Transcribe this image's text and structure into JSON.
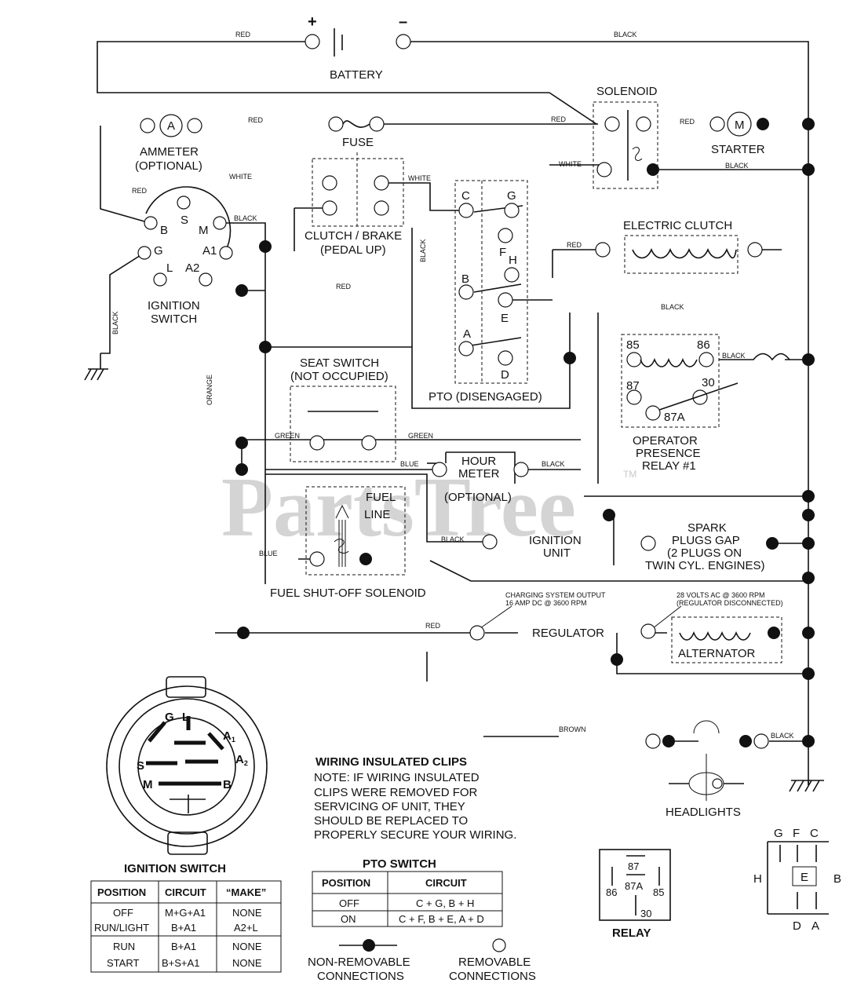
{
  "labels": {
    "battery": "BATTERY",
    "plus": "+",
    "minus": "–",
    "solenoid": "SOLENOID",
    "starter": "STARTER",
    "starter_m": "M",
    "ammeter": "AMMETER",
    "ammeter_opt": "(OPTIONAL)",
    "ammeter_a": "A",
    "fuse": "FUSE",
    "clutch_brake": "CLUTCH / BRAKE",
    "pedal_up": "(PEDAL UP)",
    "ignition_switch_1": "IGNITION",
    "ignition_switch_2": "SWITCH",
    "electric_clutch": "ELECTRIC CLUTCH",
    "seat_switch": "SEAT SWITCH",
    "not_occupied": "(NOT OCCUPIED)",
    "pto_disengaged": "PTO (DISENGAGED)",
    "operator_1": "OPERATOR",
    "operator_2": "PRESENCE",
    "operator_3": "RELAY #1",
    "hour_meter_1": "HOUR",
    "hour_meter_2": "METER",
    "hour_meter_opt": "(OPTIONAL)",
    "fuel_line_1": "FUEL",
    "fuel_line_2": "LINE",
    "ignition_unit_1": "IGNITION",
    "ignition_unit_2": "UNIT",
    "spark_1": "SPARK",
    "spark_2": "PLUGS GAP",
    "spark_3": "(2 PLUGS ON",
    "spark_4": "TWIN CYL. ENGINES)",
    "fuel_solenoid": "FUEL SHUT-OFF SOLENOID",
    "charging_1": "CHARGING SYSTEM OUTPUT",
    "charging_2": "16 AMP DC @ 3600 RPM",
    "volts_1": "28 VOLTS AC @ 3600 RPM",
    "volts_2": "(REGULATOR DISCONNECTED)",
    "regulator": "REGULATOR",
    "alternator": "ALTERNATOR",
    "headlights": "HEADLIGHTS",
    "relay": "RELAY",
    "nonremovable_1": "NON-REMOVABLE",
    "nonremovable_2": "CONNECTIONS",
    "removable_1": "REMOVABLE",
    "removable_2": "CONNECTIONS",
    "watermark": "PartsTree",
    "tm": "TM"
  },
  "ignition_terminals": {
    "S": "S",
    "B": "B",
    "M": "M",
    "G": "G",
    "A1": "A1",
    "L": "L",
    "A2": "A2"
  },
  "pto_terminals": {
    "C": "C",
    "G": "G",
    "F": "F",
    "H": "H",
    "B": "B",
    "E": "E",
    "A": "A",
    "D": "D"
  },
  "relay_terminals": {
    "t85": "85",
    "t86": "86",
    "t87": "87",
    "t30": "30",
    "t87A": "87A"
  },
  "relay_pins": {
    "p87": "87",
    "p86": "86",
    "p87A": "87A",
    "p85": "85",
    "p30": "30"
  },
  "pto_pins": {
    "G": "G",
    "F": "F",
    "C": "C",
    "H": "H",
    "E": "E",
    "B": "B",
    "D": "D",
    "A": "A"
  },
  "switch_face": {
    "G": "G",
    "L": "L",
    "A1": "A",
    "A1sub": "1",
    "S": "S",
    "A2": "A",
    "A2sub": "2",
    "M": "M",
    "B": "B"
  },
  "wires": {
    "red_top": "RED",
    "black_top": "BLACK",
    "red_solenoid": "RED",
    "red_starter": "RED",
    "white_solenoid": "WHITE",
    "black_starter": "BLACK",
    "red_ammeter": "RED",
    "white_ammeter": "WHITE",
    "red_ign": "RED",
    "black_ign": "BLACK",
    "white_clutch": "WHITE",
    "black_pto": "BLACK",
    "red_eclutch": "RED",
    "red_mid": "RED",
    "black_mid": "BLACK",
    "black_gnd": "BLACK",
    "black_relay": "BLACK",
    "orange": "ORANGE",
    "green_1": "GREEN",
    "green_2": "GREEN",
    "blue_1": "BLUE",
    "black_hour": "BLACK",
    "black_ign_unit": "BLACK",
    "blue_2": "BLUE",
    "red_reg": "RED",
    "brown": "BROWN",
    "black_head": "BLACK"
  },
  "clips_note": {
    "title": "WIRING INSULATED CLIPS",
    "lines": [
      "NOTE: IF WIRING INSULATED",
      "CLIPS WERE REMOVED FOR",
      "SERVICING OF UNIT, THEY",
      "SHOULD BE REPLACED TO",
      "PROPERLY SECURE YOUR WIRING."
    ]
  },
  "ignition_table": {
    "title": "IGNITION SWITCH",
    "headers": [
      "POSITION",
      "CIRCUIT",
      "“MAKE”"
    ],
    "rows": [
      [
        "OFF",
        "M+G+A1",
        "NONE"
      ],
      [
        "RUN/LIGHT",
        "B+A1",
        "A2+L"
      ],
      [
        "RUN",
        "B+A1",
        "NONE"
      ],
      [
        "START",
        "B+S+A1",
        "NONE"
      ]
    ]
  },
  "pto_table": {
    "title": "PTO SWITCH",
    "headers": [
      "POSITION",
      "CIRCUIT"
    ],
    "rows": [
      [
        "OFF",
        "C + G, B + H"
      ],
      [
        "ON",
        "C + F, B + E, A + D"
      ]
    ]
  }
}
